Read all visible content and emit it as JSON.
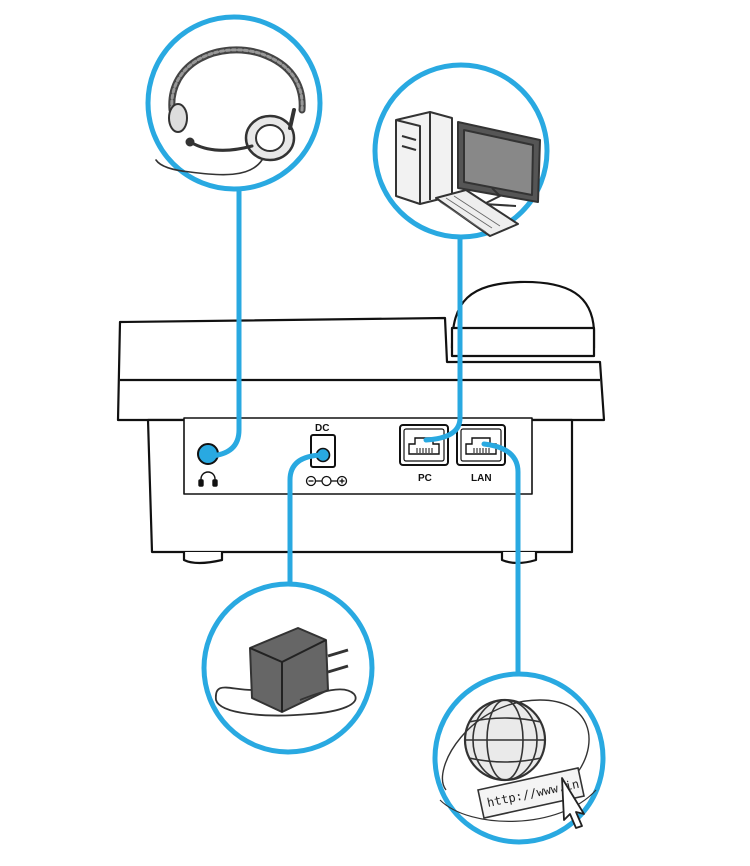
{
  "ports": {
    "dc_label": "DC",
    "pc_label": "PC",
    "lan_label": "LAN"
  },
  "icons": {
    "headset_port": "headset-symbol-icon",
    "polarity": "dc-polarity-icon"
  },
  "devices": {
    "headset": "headset-icon",
    "computer": "computer-icon",
    "power_adapter": "power-adapter-icon",
    "internet": "internet-globe-icon"
  },
  "globe_banner_text": "http://www.in",
  "colors": {
    "connector": "#29a9e1",
    "outline": "#111111",
    "sketch": "#555555",
    "background": "#ffffff"
  }
}
